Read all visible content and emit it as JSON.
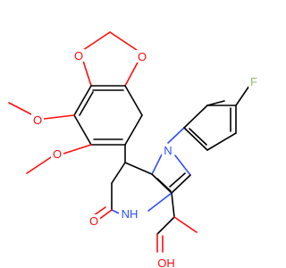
{
  "atom_labels": {
    "o_diox_top": "O",
    "o_diox_bottom": "O",
    "o_methoxy_upper": "O",
    "o_methoxy_lower": "O",
    "n_pyrrole": "N",
    "f_fluoro": "F",
    "o_lactam": "O",
    "nh_lactam": "NH",
    "o_acid_hydroxyl": "OH"
  },
  "colors": {
    "carbon": "#000000",
    "oxygen": "#ff0d0d",
    "nitrogen": "#3050f8",
    "fluorine": "#8fbf6a"
  }
}
